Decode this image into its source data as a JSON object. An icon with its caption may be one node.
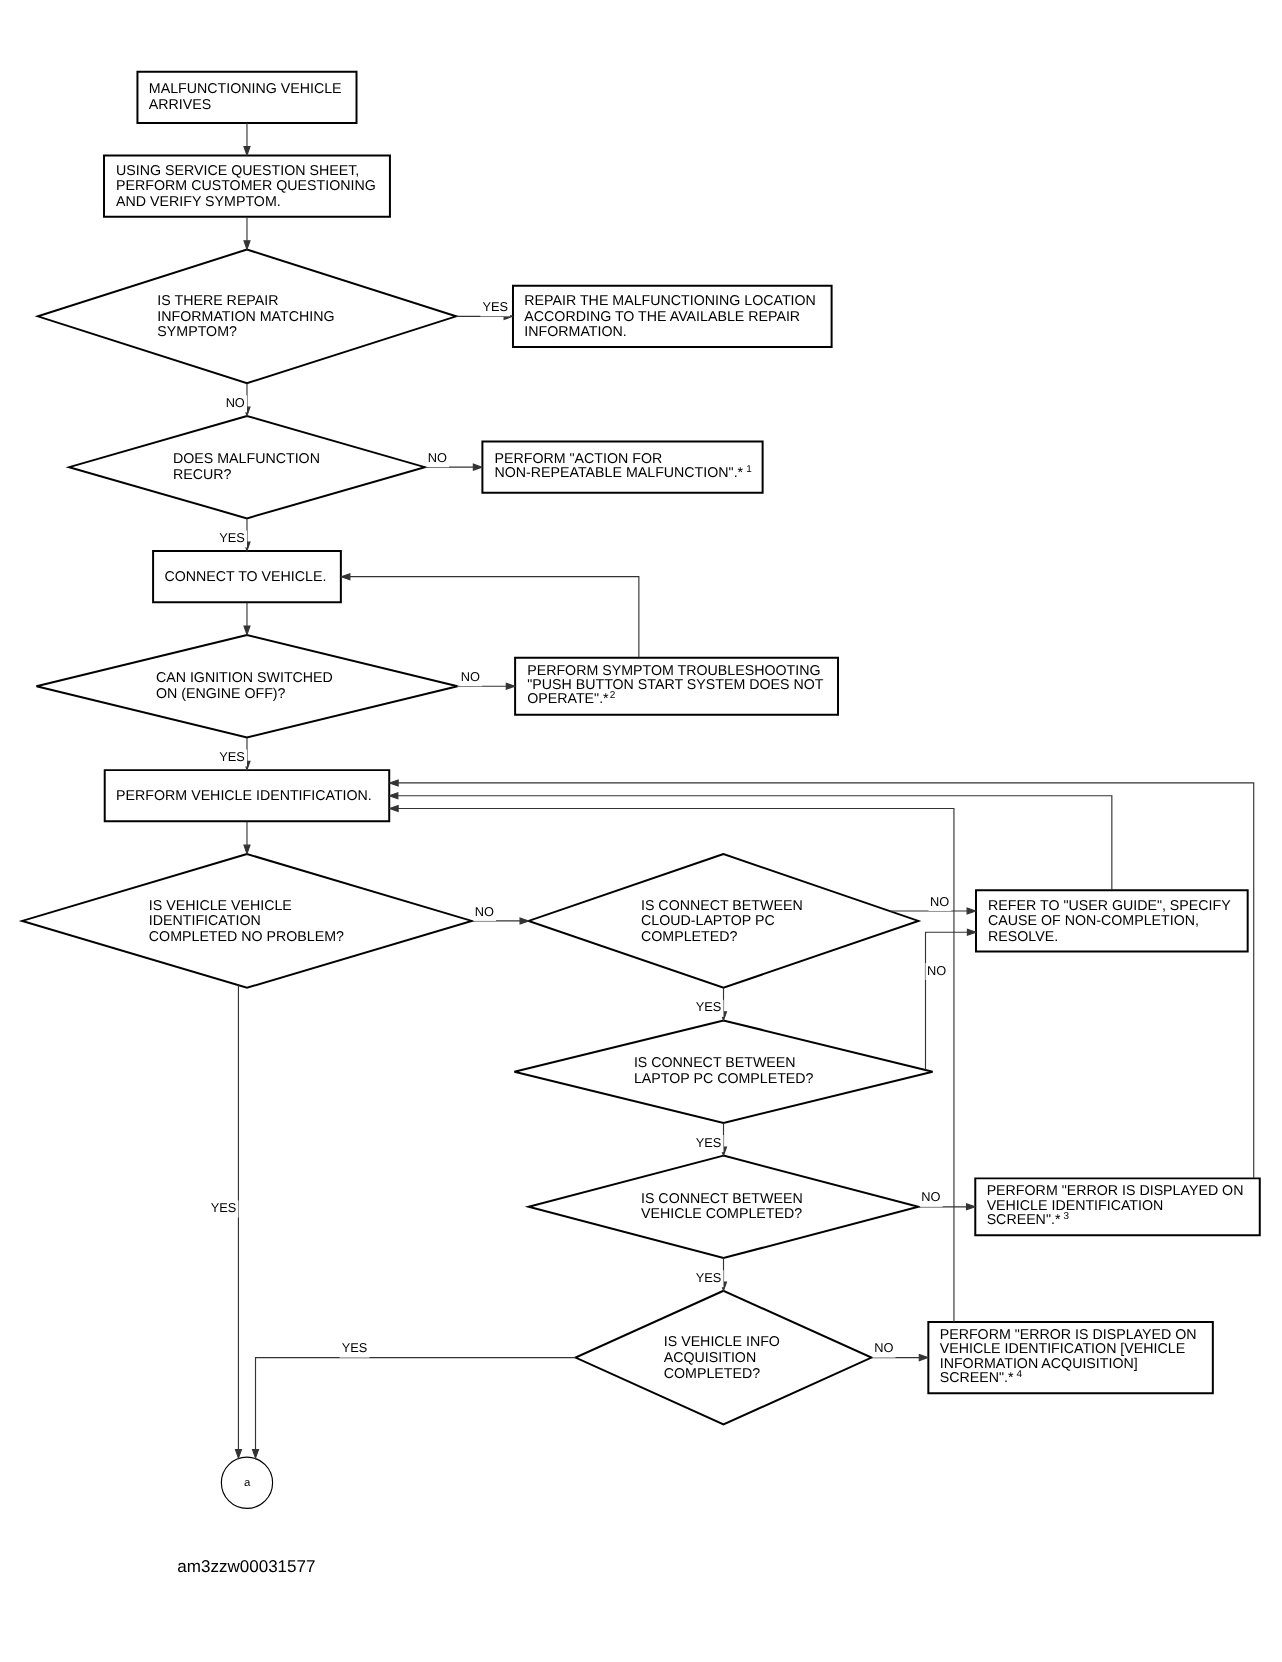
{
  "diagram": {
    "nodes": [
      {
        "text": [
          "MALFUNCTIONING VEHICLE ARRIVES"
        ]
      },
      {
        "text": [
          "USING SERVICE QUESTION SHEET, PERFORM CUSTOMER QUESTIONING AND VERIFY SYMPTOM."
        ]
      },
      {
        "text": [
          "IS THERE REPAIR INFORMATION MATCHING SYMPTOM?"
        ]
      },
      {
        "text": [
          "REPAIR THE MALFUNCTIONING LOCATION ACCORDING TO THE AVAILABLE REPAIR INFORMATION."
        ]
      },
      {
        "text": [
          "DOES MALFUNCTION RECUR?"
        ]
      },
      {
        "text": [
          "PERFORM \"ACTION FOR NON-REPEATABLE MALFUNCTION\".*$^{1}$"
        ]
      },
      {
        "text": [
          "CONNECT TO VEHICLE."
        ]
      },
      {
        "text": [
          "CAN IGNITION SWITCHED ON (ENGINE OFF)?"
        ]
      },
      {
        "text": [
          "PERFORM SYMPTOM TROUBLESHOOTING \"PUSH BUTTON START SYSTEM DOES NOT OPERATE\".*$^{2}$"
        ]
      },
      {
        "text": [
          "PERFORM VEHICLE IDENTIFICATION."
        ]
      },
      {
        "text": [
          "IS VEHICLE VEHICLE IDENTIFICATION COMPLETED NO PROBLEM?"
        ]
      },
      {
        "text": [
          "IS CONNECT BETWEEN CLOUD-LAPTOP PC COMPLETED?"
        ]
      },
      {
        "text": [
          "REFER TO \"USER GUIDE\", SPECIFY CAUSE OF NON-COMPLETION, RESOLVE."
        ]
      },
      {
        "text": [
          "IS CONNECT BETWEEN LAPTOP PC COMPLETED?"
        ]
      },
      {
        "text": [
          "IS CONNECT BETWEEN VEHICLE COMPLETED?"
        ]
      },
      {
        "text": [
          "PERFORM \"ERROR IS DISPLAYED ON VEHICLE IDENTIFICATION SCREEN\".*$^{3}$"
        ]
      },
      {
        "text": [
          "IS VEHICLE INFO ACQUISITION COMPLETED?"
        ]
      },
      {
        "text": [
          "PERFORM \"ERROR IS DISPLAYED ON VEHICLE IDENTIFICATION [VEHICLE INFORMATION ACQUISITION] SCREEN\".*$^{4}$"
        ]
      },
      {
        "text": [
          "a"
        ]
      }
    ],
    "edges": [
      {
        "from": 0,
        "to": 1,
        "arrow": "to"
      },
      {
        "from": 1,
        "to": 2,
        "arrow": "to"
      },
      {
        "from": 2,
        "to": 3,
        "arrow": "to",
        "label": "YES"
      },
      {
        "from": 2,
        "to": 4,
        "arrow": "to",
        "label": "NO"
      },
      {
        "from": 4,
        "to": 5,
        "arrow": "to",
        "label": "NO"
      },
      {
        "from": 4,
        "to": 6,
        "arrow": "to",
        "label": "YES"
      },
      {
        "from": 6,
        "to": 7,
        "arrow": "to"
      },
      {
        "from": 7,
        "to": 8,
        "arrow": "to",
        "label": "NO"
      },
      {
        "from": 8,
        "to": 6,
        "arrow": "to"
      },
      {
        "from": 7,
        "to": 9,
        "arrow": "to",
        "label": "YES"
      },
      {
        "from": 9,
        "to": 10,
        "arrow": "to"
      },
      {
        "from": 10,
        "to": 11,
        "arrow": "to",
        "label": "NO"
      },
      {
        "from": 11,
        "to": 12,
        "arrow": "to",
        "label": "NO"
      },
      {
        "from": 11,
        "to": 13,
        "arrow": "to",
        "label": "YES"
      },
      {
        "from": 13,
        "to": 12,
        "arrow": "to",
        "label": "NO"
      },
      {
        "from": 13,
        "to": 14,
        "arrow": "to",
        "label": "YES"
      },
      {
        "from": 14,
        "to": 15,
        "arrow": "to",
        "label": "NO"
      },
      {
        "from": 14,
        "to": 16,
        "arrow": "to",
        "label": "YES"
      },
      {
        "from": 16,
        "to": 17,
        "arrow": "to",
        "label": "NO"
      },
      {
        "from": 12,
        "to": 9,
        "arrow": "to"
      },
      {
        "from": 15,
        "to": 9,
        "arrow": "to"
      },
      {
        "from": 17,
        "to": 9,
        "arrow": "to"
      },
      {
        "from": 10,
        "to": 18,
        "arrow": "to",
        "label": "YES"
      },
      {
        "from": 16,
        "to": 18,
        "arrow": "to",
        "label": "YES"
      }
    ],
    "labels": [
      "am3zzw00031577"
    ]
  }
}
